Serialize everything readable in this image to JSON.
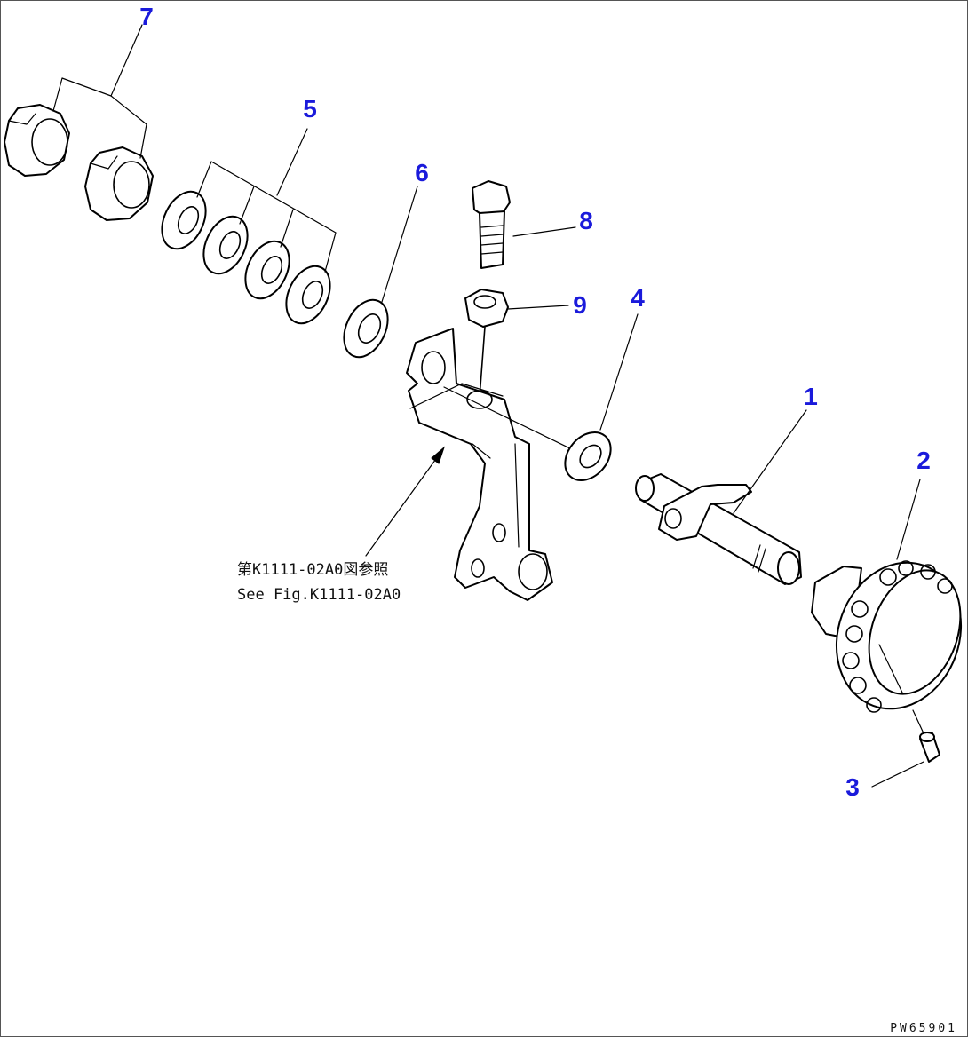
{
  "drawing": {
    "callouts": [
      {
        "id": "1",
        "part": "shaft"
      },
      {
        "id": "2",
        "part": "knob"
      },
      {
        "id": "3",
        "part": "pin"
      },
      {
        "id": "4",
        "part": "washer"
      },
      {
        "id": "5",
        "part": "shim"
      },
      {
        "id": "6",
        "part": "washer"
      },
      {
        "id": "7",
        "part": "nut"
      },
      {
        "id": "8",
        "part": "bolt"
      },
      {
        "id": "9",
        "part": "nut"
      }
    ],
    "reference_note_jp": "第K1111-02A0図参照",
    "reference_note_en": "See Fig.K1111-02A0",
    "drawing_code": "PW65901",
    "callout_color": "#1a1adb"
  }
}
